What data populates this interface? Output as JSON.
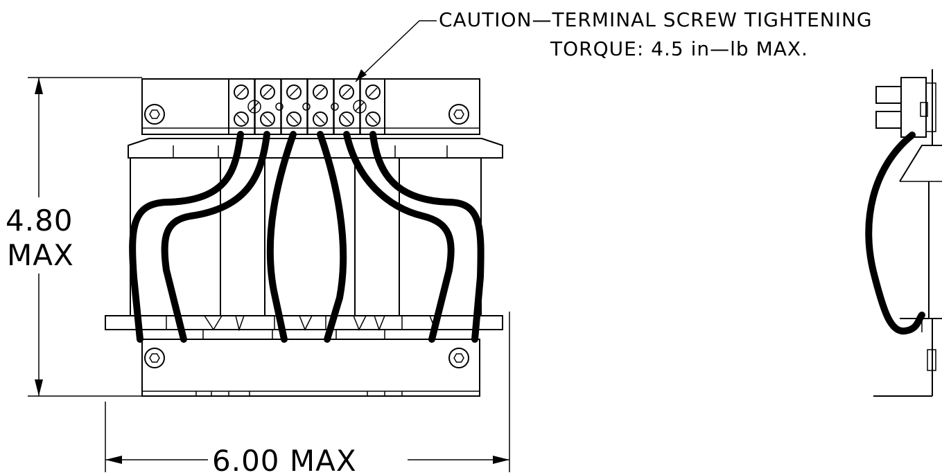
{
  "notes": {
    "caution_line1": "CAUTION—TERMINAL SCREW TIGHTENING",
    "caution_line2": "TORQUE: 4.5 in—lb MAX."
  },
  "dimensions": {
    "height_value": "4.80",
    "height_unit": "MAX",
    "width_label": "6.00 MAX"
  },
  "views": [
    "front-view",
    "side-view"
  ],
  "colors": {
    "line": "#000000",
    "background": "#ffffff"
  }
}
